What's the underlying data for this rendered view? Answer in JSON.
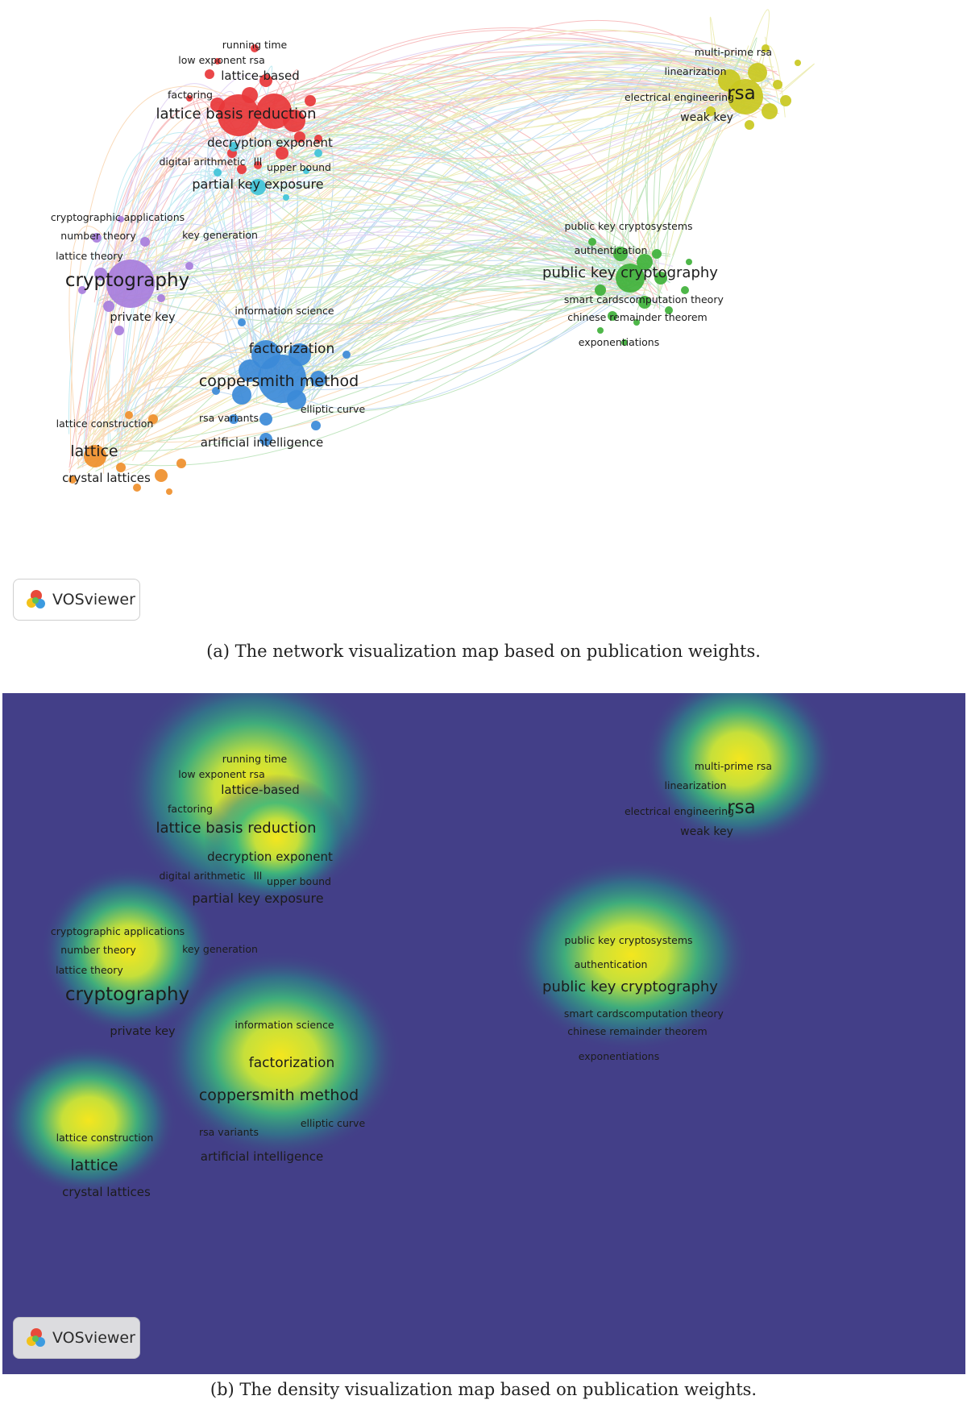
{
  "network_caption": "(a) The network visualization map based on publication weights.",
  "density_caption": "(b) The density visualization map based on publication weights.",
  "logo_text": "VOSviewer",
  "colors": {
    "red": "#e8373a",
    "yellow": "#c9c81f",
    "green": "#3fb13a",
    "blue": "#3b8ad8",
    "purple": "#a77ddc",
    "orange": "#ef8f2b",
    "cyan": "#3fc3d8",
    "density_bg": "#433f88"
  },
  "clusters": [
    {
      "name": "red",
      "color": "#e8373a"
    },
    {
      "name": "yellow",
      "color": "#c9c81f"
    },
    {
      "name": "green",
      "color": "#3fb13a"
    },
    {
      "name": "blue",
      "color": "#3b8ad8"
    },
    {
      "name": "purple",
      "color": "#a77ddc"
    },
    {
      "name": "orange",
      "color": "#ef8f2b"
    },
    {
      "name": "cyan",
      "color": "#3fc3d8"
    }
  ],
  "terms": [
    {
      "id": "running_time",
      "label": "running time",
      "cluster": "red",
      "weight": 1
    },
    {
      "id": "low_exponent_rsa",
      "label": "low exponent rsa",
      "cluster": "red",
      "weight": 1
    },
    {
      "id": "lattice_based",
      "label": "lattice-based",
      "cluster": "red",
      "weight": 2
    },
    {
      "id": "factoring",
      "label": "factoring",
      "cluster": "red",
      "weight": 1
    },
    {
      "id": "lattice_basis_reduction",
      "label": "lattice basis reduction",
      "cluster": "red",
      "weight": 5
    },
    {
      "id": "decryption_exponent",
      "label": "decryption exponent",
      "cluster": "red",
      "weight": 2
    },
    {
      "id": "digital_arithmetic",
      "label": "digital arithmetic",
      "cluster": "red",
      "weight": 1
    },
    {
      "id": "lll",
      "label": "lll",
      "cluster": "red",
      "weight": 1
    },
    {
      "id": "upper_bound",
      "label": "upper bound",
      "cluster": "red",
      "weight": 1
    },
    {
      "id": "partial_key_exposure",
      "label": "partial key exposure",
      "cluster": "cyan",
      "weight": 3
    },
    {
      "id": "multi_prime_rsa",
      "label": "multi-prime rsa",
      "cluster": "yellow",
      "weight": 1
    },
    {
      "id": "linearization",
      "label": "linearization",
      "cluster": "yellow",
      "weight": 1
    },
    {
      "id": "electrical_engineering",
      "label": "electrical engineering",
      "cluster": "yellow",
      "weight": 1
    },
    {
      "id": "rsa",
      "label": "rsa",
      "cluster": "yellow",
      "weight": 6
    },
    {
      "id": "weak_key",
      "label": "weak key",
      "cluster": "yellow",
      "weight": 2
    },
    {
      "id": "public_key_cryptosystems",
      "label": "public key cryptosystems",
      "cluster": "green",
      "weight": 1
    },
    {
      "id": "authentication",
      "label": "authentication",
      "cluster": "green",
      "weight": 1
    },
    {
      "id": "public_key_cryptography",
      "label": "public key cryptography",
      "cluster": "green",
      "weight": 4
    },
    {
      "id": "smart_cards",
      "label": "smart cards",
      "cluster": "green",
      "weight": 1
    },
    {
      "id": "computation_theory",
      "label": "computation theory",
      "cluster": "green",
      "weight": 1
    },
    {
      "id": "chinese_remainder_theorem",
      "label": "chinese remainder theorem",
      "cluster": "green",
      "weight": 1
    },
    {
      "id": "exponentiations",
      "label": "exponentiations",
      "cluster": "green",
      "weight": 1
    },
    {
      "id": "cryptographic_applications",
      "label": "cryptographic applications",
      "cluster": "purple",
      "weight": 1
    },
    {
      "id": "number_theory",
      "label": "number theory",
      "cluster": "purple",
      "weight": 1
    },
    {
      "id": "key_generation",
      "label": "key generation",
      "cluster": "purple",
      "weight": 1
    },
    {
      "id": "lattice_theory",
      "label": "lattice theory",
      "cluster": "purple",
      "weight": 1
    },
    {
      "id": "cryptography",
      "label": "cryptography",
      "cluster": "purple",
      "weight": 6
    },
    {
      "id": "private_key",
      "label": "private key",
      "cluster": "purple",
      "weight": 2
    },
    {
      "id": "information_science",
      "label": "information science",
      "cluster": "blue",
      "weight": 1
    },
    {
      "id": "factorization",
      "label": "factorization",
      "cluster": "blue",
      "weight": 3
    },
    {
      "id": "coppersmith_method",
      "label": "coppersmith method",
      "cluster": "blue",
      "weight": 5
    },
    {
      "id": "elliptic_curve",
      "label": "elliptic curve",
      "cluster": "blue",
      "weight": 1
    },
    {
      "id": "rsa_variants",
      "label": "rsa variants",
      "cluster": "blue",
      "weight": 1
    },
    {
      "id": "artificial_intelligence",
      "label": "artificial intelligence",
      "cluster": "blue",
      "weight": 2
    },
    {
      "id": "lattice_construction",
      "label": "lattice construction",
      "cluster": "orange",
      "weight": 1
    },
    {
      "id": "lattice",
      "label": "lattice",
      "cluster": "orange",
      "weight": 3
    },
    {
      "id": "crystal_lattices",
      "label": "crystal lattices",
      "cluster": "orange",
      "weight": 1
    }
  ]
}
